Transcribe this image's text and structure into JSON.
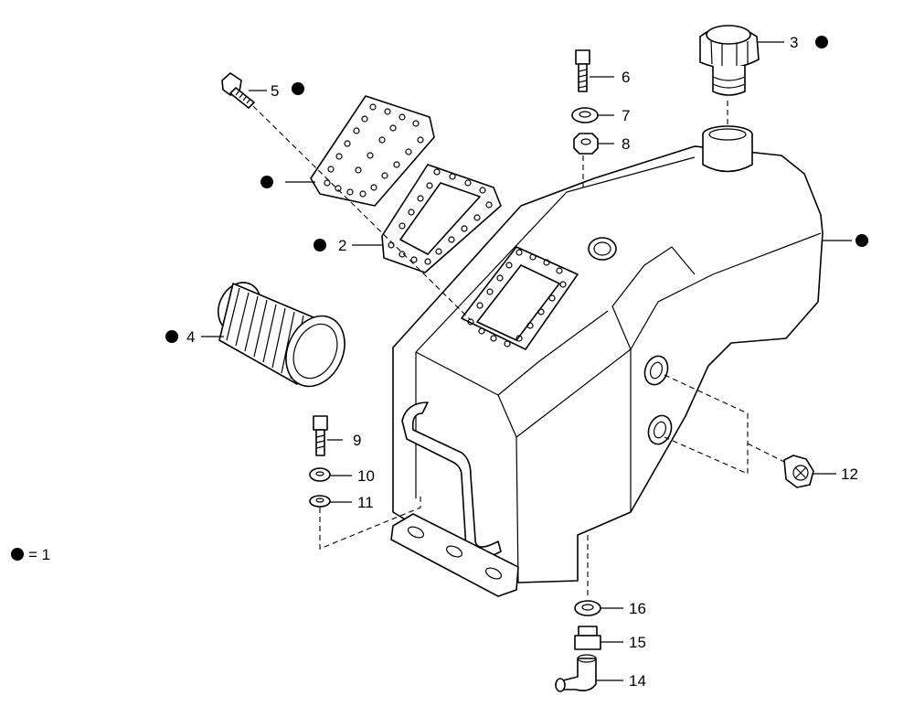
{
  "legend": {
    "equals_label": "= 1"
  },
  "callouts": {
    "p2": "2",
    "p3": "3",
    "p4": "4",
    "p5": "5",
    "p6": "6",
    "p7": "7",
    "p8": "8",
    "p9": "9",
    "p10": "10",
    "p11": "11",
    "p12": "12",
    "p14": "14",
    "p15": "15",
    "p16": "16"
  }
}
